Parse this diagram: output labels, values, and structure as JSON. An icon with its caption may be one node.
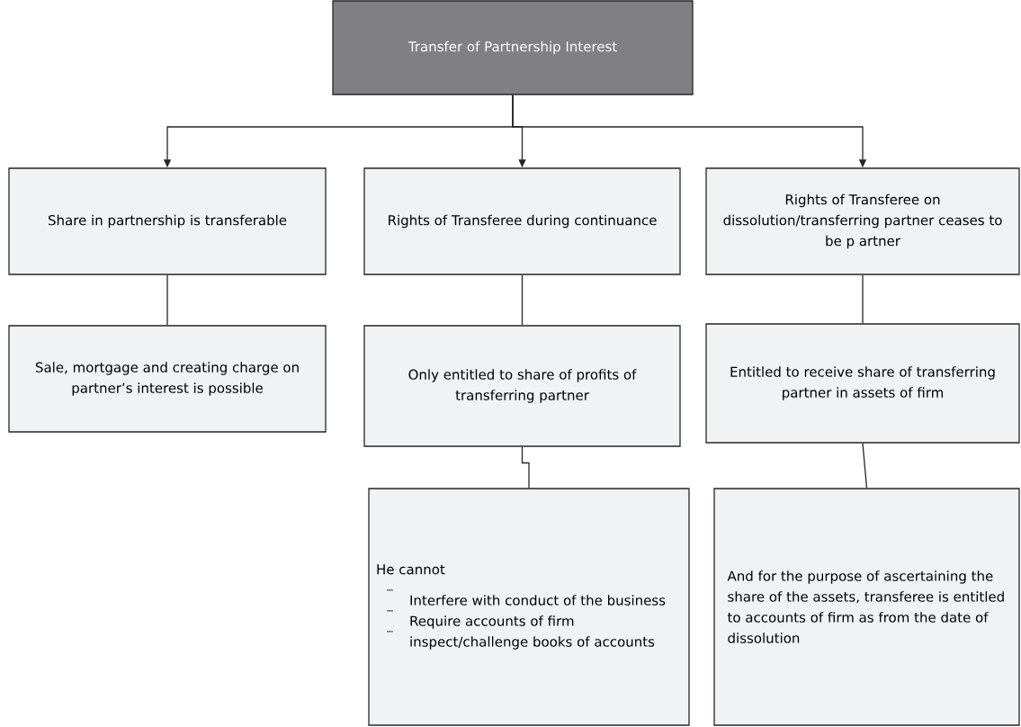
{
  "diagram": {
    "nodes": [
      {
        "text": [
          "Transfer of Partnership Interest"
        ]
      },
      {
        "text": [
          "Share in partnership is transferable"
        ]
      },
      {
        "text": [
          "Rights of Transferee during continuance"
        ]
      },
      {
        "text": [
          "Rights of Transferee on dissolution/transferring partner ceases to be p artner"
        ]
      },
      {
        "text": [
          "Sale, mortgage and creating charge on partner’s interest is possible"
        ]
      },
      {
        "text": [
          "Only entitled to share of profits of transferring partner"
        ]
      },
      {
        "text": [
          "Entitled to receive share of transferring partner in assets of firm"
        ]
      },
      {
        "text": [
          "He cannot",
          "Interfere with conduct of the business",
          "Require accounts of firm",
          "inspect/challenge books of accounts"
        ]
      },
      {
        "text": [
          "And for the purpose of ascertaining the share of the assets, transferee is entitled to accounts of firm as from the date of dissolution"
        ]
      }
    ],
    "edges": [
      {
        "from": 0,
        "to": 1,
        "arrow": "to"
      },
      {
        "from": 0,
        "to": 2,
        "arrow": "to"
      },
      {
        "from": 0,
        "to": 3,
        "arrow": "to"
      },
      {
        "from": 1,
        "to": 4,
        "arrow": "none"
      },
      {
        "from": 2,
        "to": 5,
        "arrow": "none"
      },
      {
        "from": 3,
        "to": 6,
        "arrow": "none"
      },
      {
        "from": 5,
        "to": 7,
        "arrow": "none"
      },
      {
        "from": 6,
        "to": 8,
        "arrow": "none"
      }
    ]
  }
}
